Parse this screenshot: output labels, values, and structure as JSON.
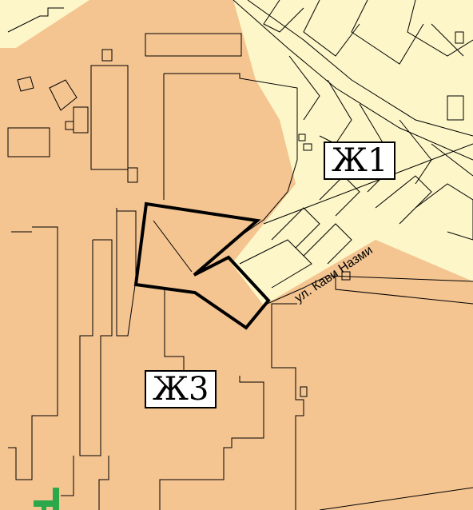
{
  "map": {
    "zones": [
      {
        "id": "zh1",
        "label": "Ж1",
        "color": "#fcf6c8"
      },
      {
        "id": "zh3",
        "label": "Ж3",
        "color": "#f4c491"
      }
    ],
    "street_label": "ул. Кави Назми",
    "colors": {
      "residential_low": "#fcf6c8",
      "residential_mid": "#f4c491",
      "outline": "#000000",
      "green_fragment": "#2aa84a"
    }
  }
}
